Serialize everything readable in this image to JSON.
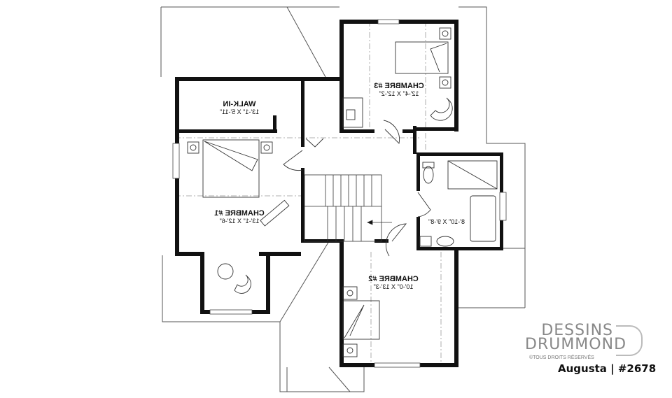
{
  "rooms": {
    "walkin": {
      "name": "WALK-IN",
      "dim": "13'-1\" X 5'-11\""
    },
    "chambre1": {
      "name": "CHAMBRE #1",
      "dim": "13'-1\" X 12'-6\""
    },
    "chambre2": {
      "name": "CHAMBRE #2",
      "dim": "10'-0\" X 13'-3\""
    },
    "chambre3": {
      "name": "CHAMBRE #3",
      "dim": "12'-4\" X 12'-2\""
    },
    "bathroom": {
      "dim": "8'-10\" X 9'-8\""
    }
  },
  "text_mirrored": true,
  "logo": {
    "line1": "DESSINS",
    "line2": "DRUMMOND",
    "rights": "©TOUS DROITS RÉSERVÉS"
  },
  "caption": "Augusta | #2678"
}
